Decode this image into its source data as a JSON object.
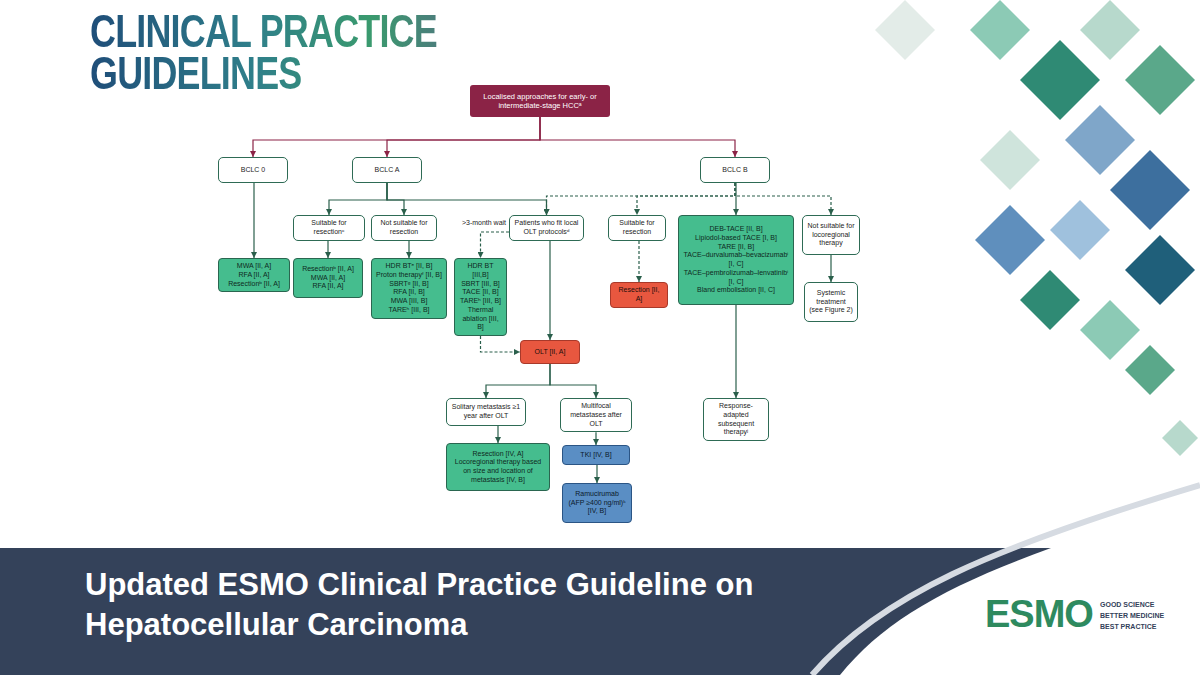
{
  "diagram": {
    "title": "CLINICAL PRACTICE GUIDELINES",
    "caption": "Updated ESMO Clinical Practice Guideline on Hepatocellular Carcinoma",
    "nodes": [
      {
        "text": [
          "Localised approaches for early- or intermediate-stage HCCᵃ"
        ]
      },
      {
        "text": [
          "BCLC 0"
        ]
      },
      {
        "text": [
          "BCLC A"
        ]
      },
      {
        "text": [
          "BCLC B"
        ]
      },
      {
        "text": [
          "MWA [II, A]",
          "RFA [II, A]",
          "Resectionᵇ [II, A]"
        ]
      },
      {
        "text": [
          "Suitable for resectionᶜ"
        ]
      },
      {
        "text": [
          "Not suitable for resection"
        ]
      },
      {
        "text": [
          "Patients who fit local OLT protocolsᵈ"
        ]
      },
      {
        "text": [
          "Resectionᵇ [II, A]",
          "MWA [II, A]",
          "RFA [II, A]"
        ]
      },
      {
        "text": [
          "HDR BTᵉ [II, B]",
          "Proton therapyᶠ [II, B]",
          "SBRTᵍ [II, B]",
          "RFA [II, B]",
          "MWA [III, B]",
          "TAREʰ [III, B]"
        ]
      },
      {
        "text": [
          "HDR BT [III,B]",
          "SBRT [III, B]",
          "TACE [II, B]",
          "TAREʰ [III, B]",
          "Thermal ablation [III, B]"
        ]
      },
      {
        "text": [
          "OLT [II, A]"
        ]
      },
      {
        "text": [
          "Solitary metastasis ≥1 year after OLT"
        ]
      },
      {
        "text": [
          "Multifocal metastases after OLT"
        ]
      },
      {
        "text": [
          "Resection [IV, A]",
          "Locoregional therapy based on size and location of metastasis [IV, B]"
        ]
      },
      {
        "text": [
          "TKI [IV, B]"
        ]
      },
      {
        "text": [
          "Ramucirumab (AFP ≥400 ng/ml)ᵏ [IV, B]"
        ]
      },
      {
        "text": [
          "Suitable for resection"
        ]
      },
      {
        "text": [
          "DEB-TACE [II, B]",
          "Lipiodol-based TACE [I, B]",
          "TARE [II, B]",
          "TACE–durvalumab–bevacizumabⁱ [I, C]",
          "TACE–pembrolizumab–lenvatinibⁱ [I, C]",
          "Bland embolisation [II, C]"
        ]
      },
      {
        "text": [
          "Not suitable for locoregional therapy"
        ]
      },
      {
        "text": [
          "Resection [II, A]"
        ]
      },
      {
        "text": [
          "Systemic treatment (see Figure 2)"
        ]
      },
      {
        "text": [
          "Response-adapted subsequent therapyʲ"
        ]
      }
    ],
    "edges": [
      {
        "from": 0,
        "to": 1,
        "arrow": "to"
      },
      {
        "from": 0,
        "to": 2,
        "arrow": "to"
      },
      {
        "from": 0,
        "to": 3,
        "arrow": "to"
      },
      {
        "from": 1,
        "to": 4,
        "arrow": "to"
      },
      {
        "from": 2,
        "to": 5,
        "arrow": "to"
      },
      {
        "from": 2,
        "to": 6,
        "arrow": "to"
      },
      {
        "from": 2,
        "to": 7,
        "arrow": "to"
      },
      {
        "from": 3,
        "to": 7,
        "arrow": "to"
      },
      {
        "from": 3,
        "to": 17,
        "arrow": "to"
      },
      {
        "from": 3,
        "to": 18,
        "arrow": "to"
      },
      {
        "from": 3,
        "to": 19,
        "arrow": "to"
      },
      {
        "from": 5,
        "to": 8,
        "arrow": "to"
      },
      {
        "from": 6,
        "to": 9,
        "arrow": "to"
      },
      {
        "from": 7,
        "to": 10,
        "label": ">3-month wait",
        "arrow": "to"
      },
      {
        "from": 7,
        "to": 11,
        "arrow": "to"
      },
      {
        "from": 10,
        "to": 11,
        "arrow": "to"
      },
      {
        "from": 11,
        "to": 12,
        "arrow": "to"
      },
      {
        "from": 11,
        "to": 13,
        "arrow": "to"
      },
      {
        "from": 12,
        "to": 14,
        "arrow": "to"
      },
      {
        "from": 13,
        "to": 15,
        "arrow": "to"
      },
      {
        "from": 15,
        "to": 16,
        "arrow": "to"
      },
      {
        "from": 17,
        "to": 20,
        "arrow": "to"
      },
      {
        "from": 19,
        "to": 21,
        "arrow": "to"
      },
      {
        "from": 18,
        "to": 22,
        "arrow": "to"
      }
    ],
    "labels": [
      "ESMO",
      "GOOD SCIENCE",
      "BETTER MEDICINE",
      "BEST PRACTICE"
    ]
  }
}
